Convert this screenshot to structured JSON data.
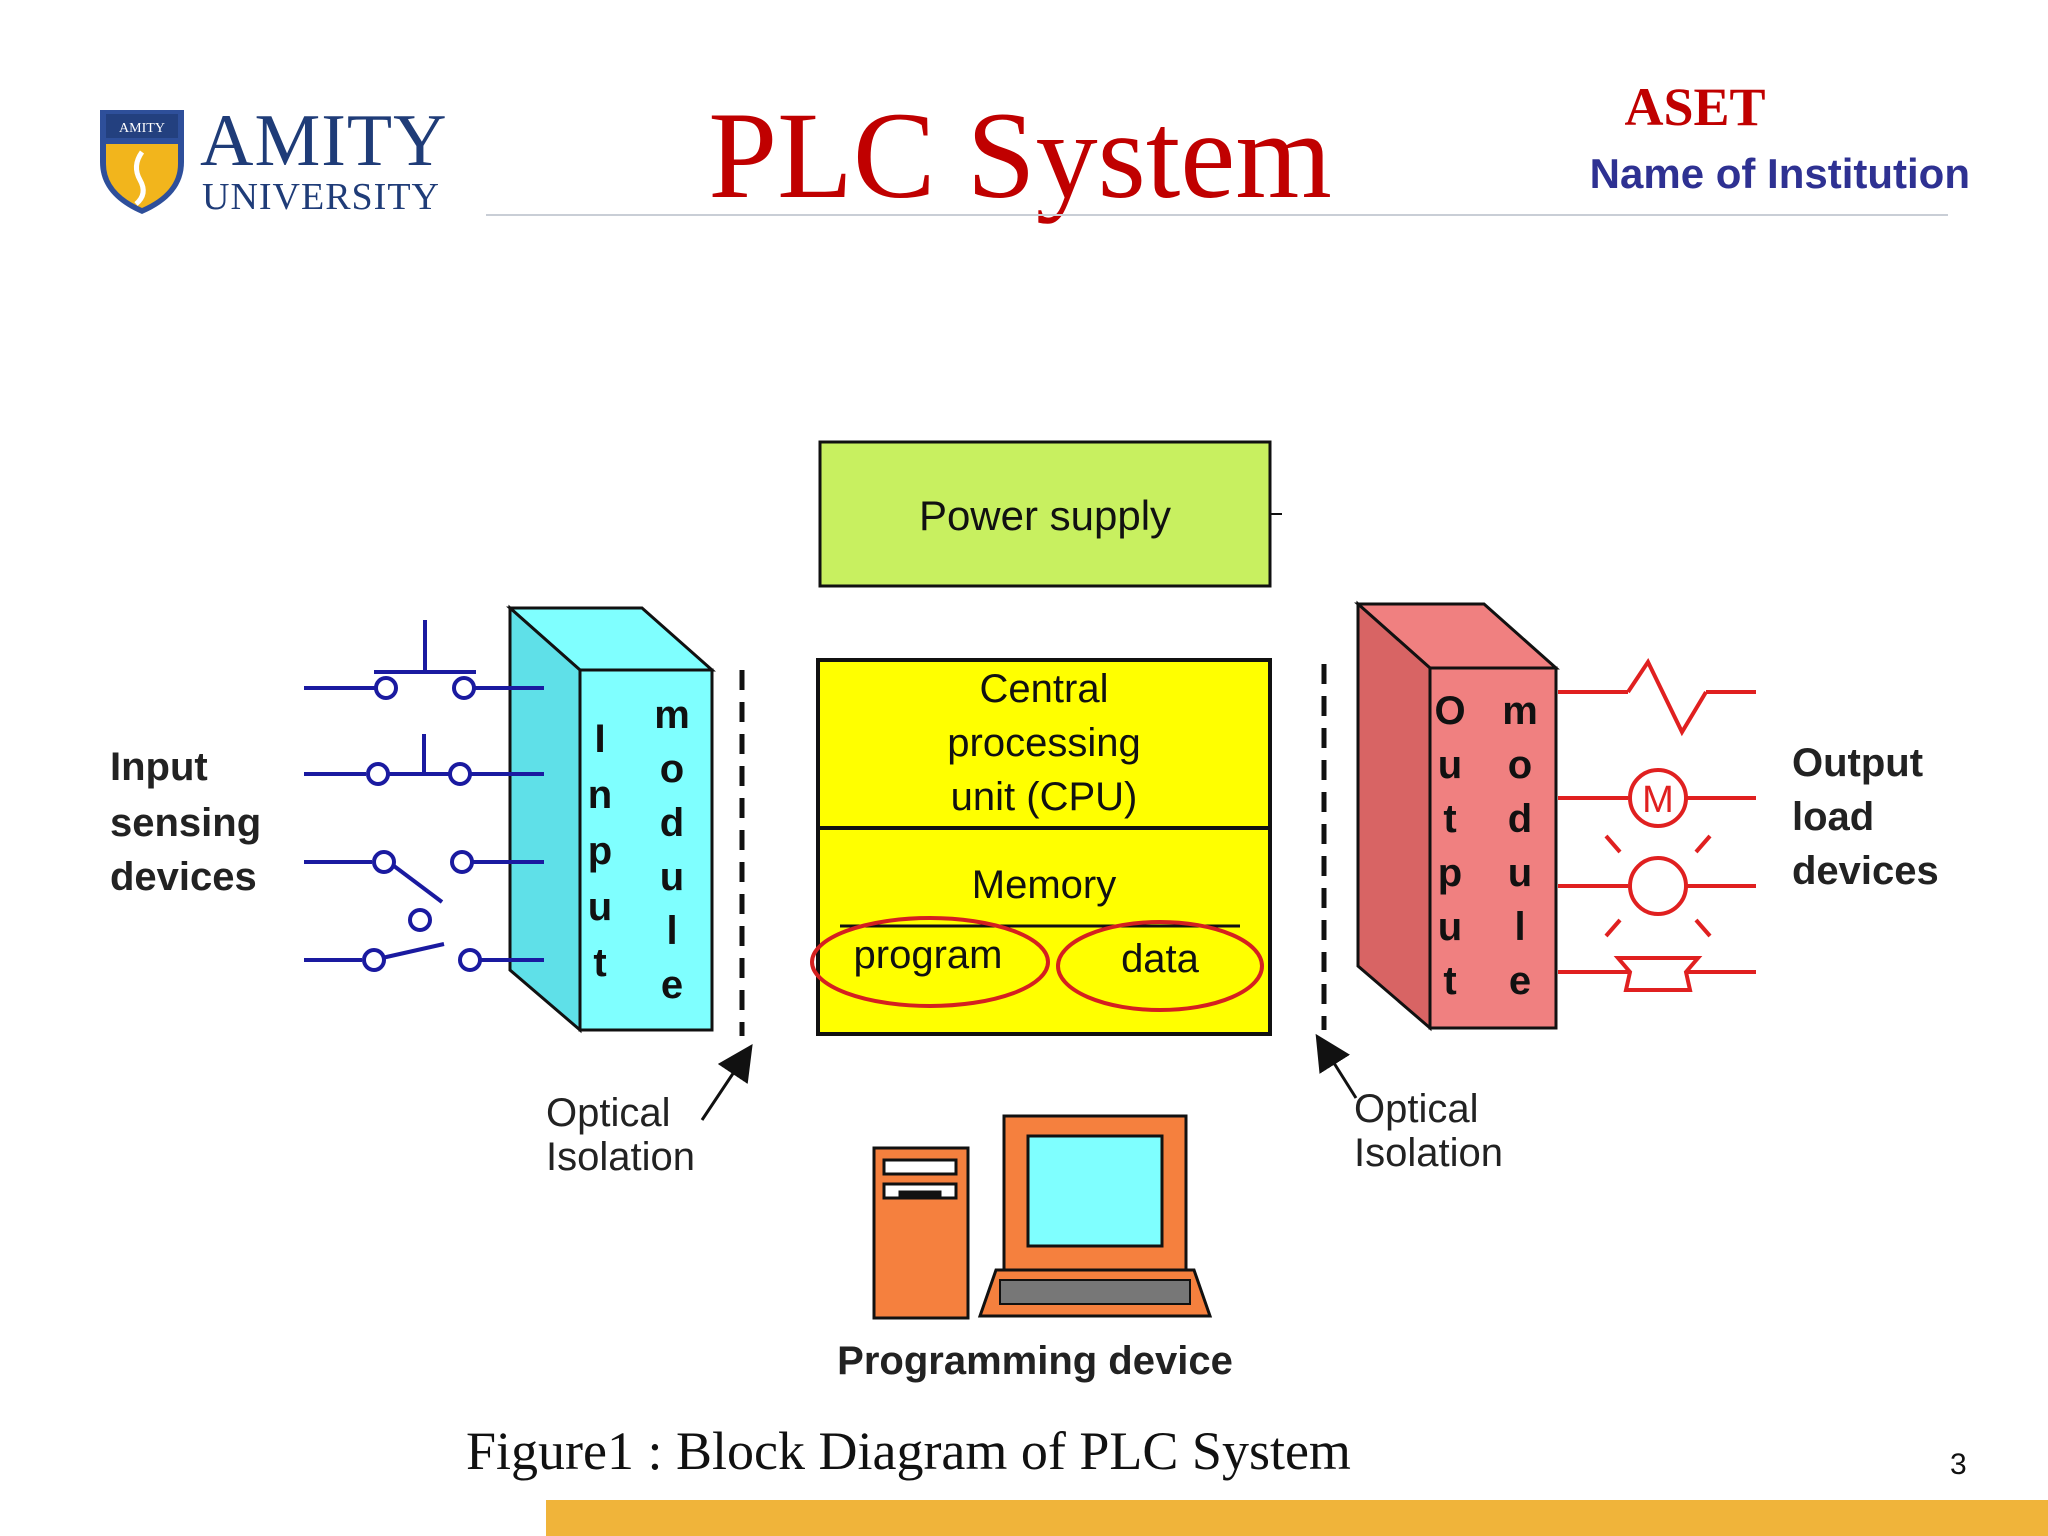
{
  "header": {
    "logo_main": "AMITY",
    "logo_sub": "UNIVERSITY",
    "logo_shield_text": "AMITY",
    "title": "PLC System",
    "aset": "ASET",
    "institution": "Name of Institution"
  },
  "diagram": {
    "power_supply": "Power supply",
    "cpu_lines": [
      "Central",
      "processing",
      "unit (CPU)"
    ],
    "memory": "Memory",
    "program": "program",
    "data": "data",
    "input_module_left": [
      "I",
      "n",
      "p",
      "u",
      "t"
    ],
    "input_module_right": [
      "m",
      "o",
      "d",
      "u",
      "l",
      "e"
    ],
    "output_module_left": [
      "O",
      "u",
      "t",
      "p",
      "u",
      "t"
    ],
    "output_module_right": [
      "m",
      "o",
      "d",
      "u",
      "l",
      "e"
    ],
    "input_devices_label": [
      "Input",
      "sensing",
      "devices"
    ],
    "output_devices_label": [
      "Output",
      "load",
      "devices"
    ],
    "optical_isolation_left": [
      "Optical",
      "Isolation"
    ],
    "optical_isolation_right": [
      "Optical",
      "Isolation"
    ],
    "motor_symbol": "M",
    "programming_device": "Programming device"
  },
  "caption": "Figure1 : Block Diagram of  PLC System",
  "page_number": "3",
  "colors": {
    "title_red": "#c00000",
    "institution_blue": "#2e3192",
    "power_supply_fill": "#c8f060",
    "cpu_fill": "#ffff00",
    "input_module_fill": "#7fffff",
    "output_module_fill": "#f08080",
    "input_wiring": "#1a1aa0",
    "output_wiring": "#e02020",
    "computer_fill": "#f5803e",
    "footer_bar": "#f0b43a"
  }
}
